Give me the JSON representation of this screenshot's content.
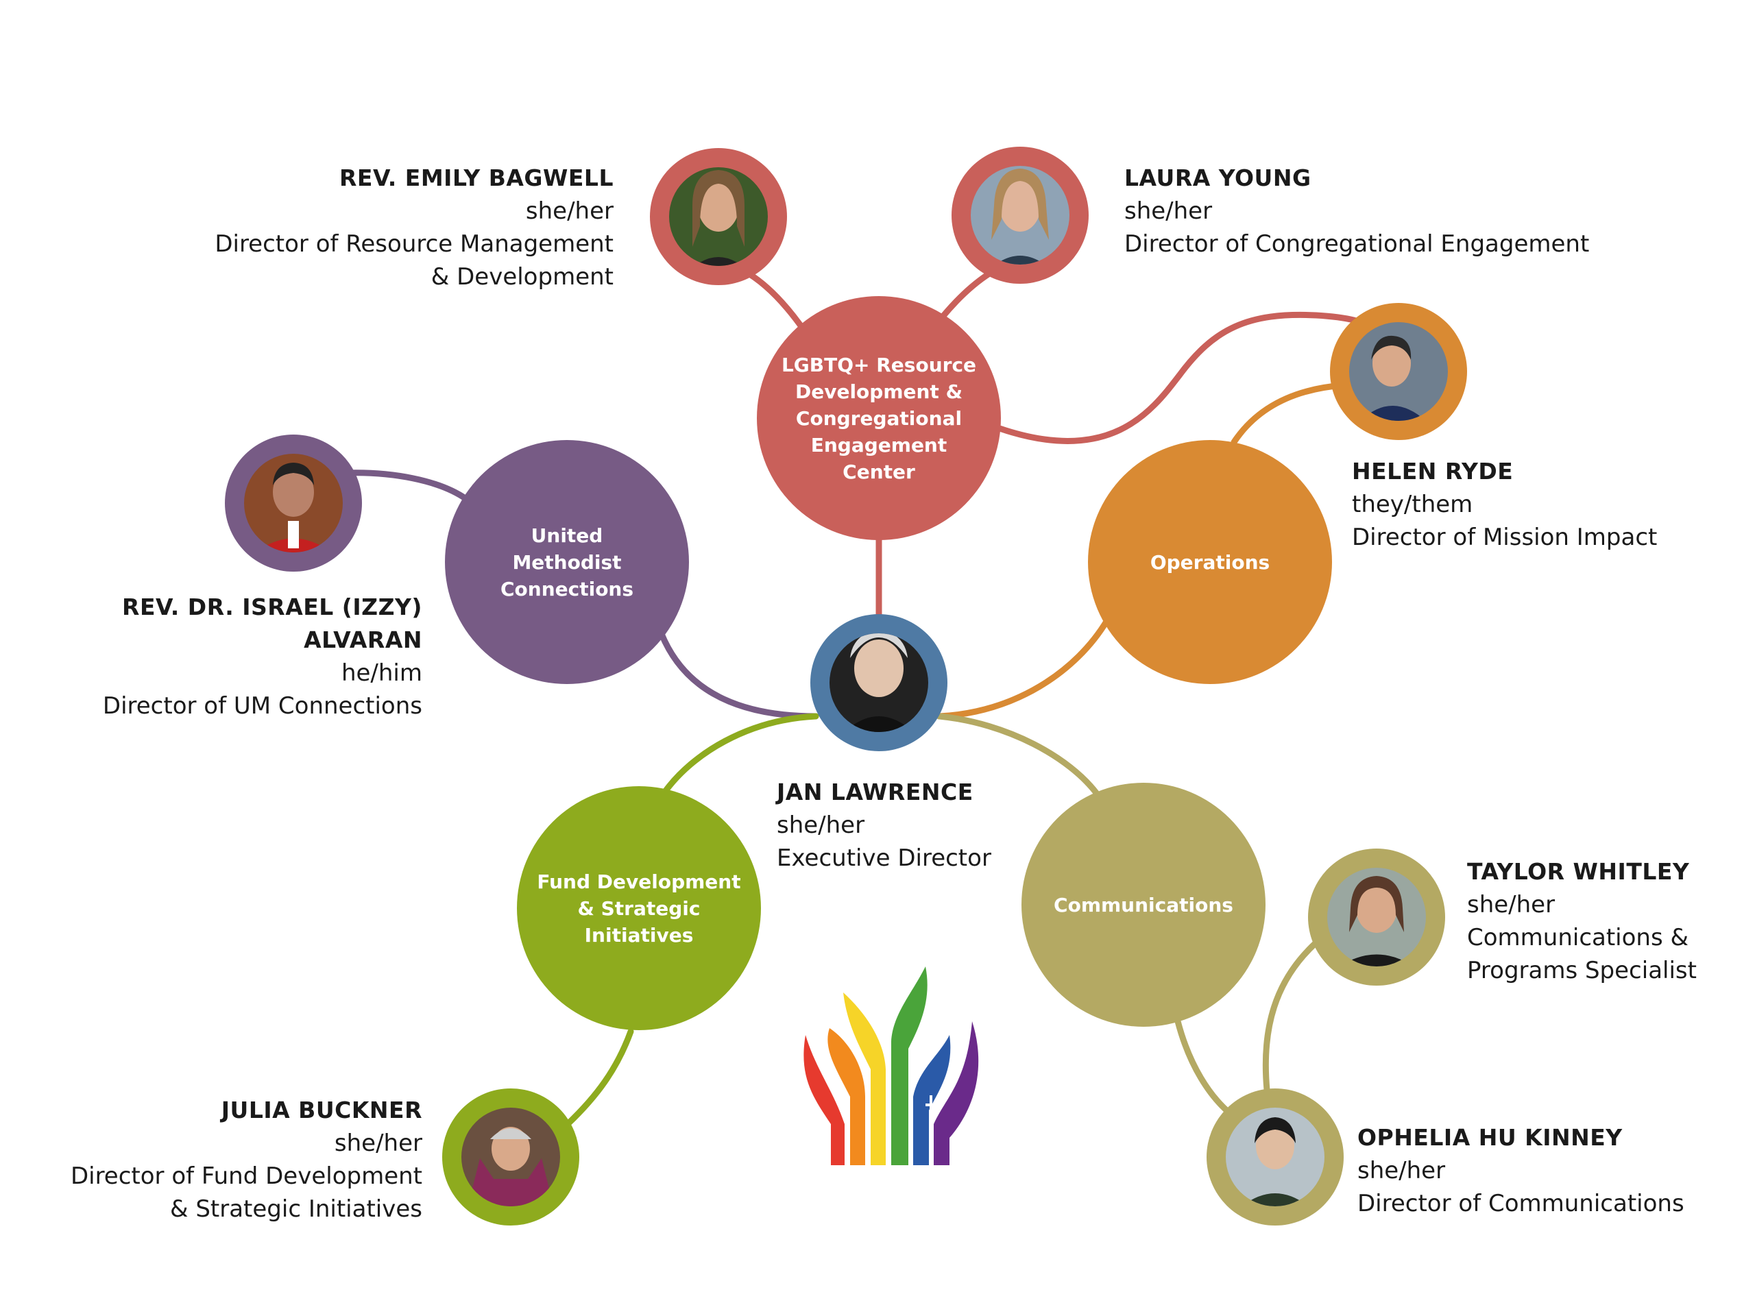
{
  "colors": {
    "lgbtq": "#c9605a",
    "um": "#775b85",
    "operations": "#d98a33",
    "fund": "#8eab1e",
    "communications": "#b4a963",
    "executive": "#4f7aa4"
  },
  "departments": [
    {
      "id": "lgbtq",
      "label": "LGBTQ+ Resource Development & Congregational Engagement Center"
    },
    {
      "id": "um",
      "label": "United Methodist Connections"
    },
    {
      "id": "operations",
      "label": "Operations"
    },
    {
      "id": "fund",
      "label": "Fund Development & Strategic Initiatives"
    },
    {
      "id": "communications",
      "label": "Communications"
    }
  ],
  "people": {
    "jan": {
      "name": "JAN LAWRENCE",
      "pronouns": "she/her",
      "title": "Executive Director"
    },
    "emily": {
      "name": "REV. EMILY BAGWELL",
      "pronouns": "she/her",
      "title_line1": "Director of Resource Management",
      "title_line2": "& Development"
    },
    "laura": {
      "name": "LAURA YOUNG",
      "pronouns": "she/her",
      "title": "Director of Congregational Engagement"
    },
    "helen": {
      "name": "HELEN RYDE",
      "pronouns": "they/them",
      "title": "Director of Mission Impact"
    },
    "izzy": {
      "name": "REV. DR. ISRAEL (IZZY) ALVARAN",
      "pronouns": "he/him",
      "title": "Director of UM Connections"
    },
    "julia": {
      "name": "JULIA BUCKNER",
      "pronouns": "she/her",
      "title_line1": "Director of Fund Development",
      "title_line2": "& Strategic Initiatives"
    },
    "taylor": {
      "name": "TAYLOR WHITLEY",
      "pronouns": "she/her",
      "title_line1": "Communications &",
      "title_line2": "Programs Specialist"
    },
    "ophelia": {
      "name": "OPHELIA HU KINNEY",
      "pronouns": "she/her",
      "title": "Director of Communications"
    }
  },
  "logo": {
    "icon": "flame-hands-logo-icon"
  }
}
